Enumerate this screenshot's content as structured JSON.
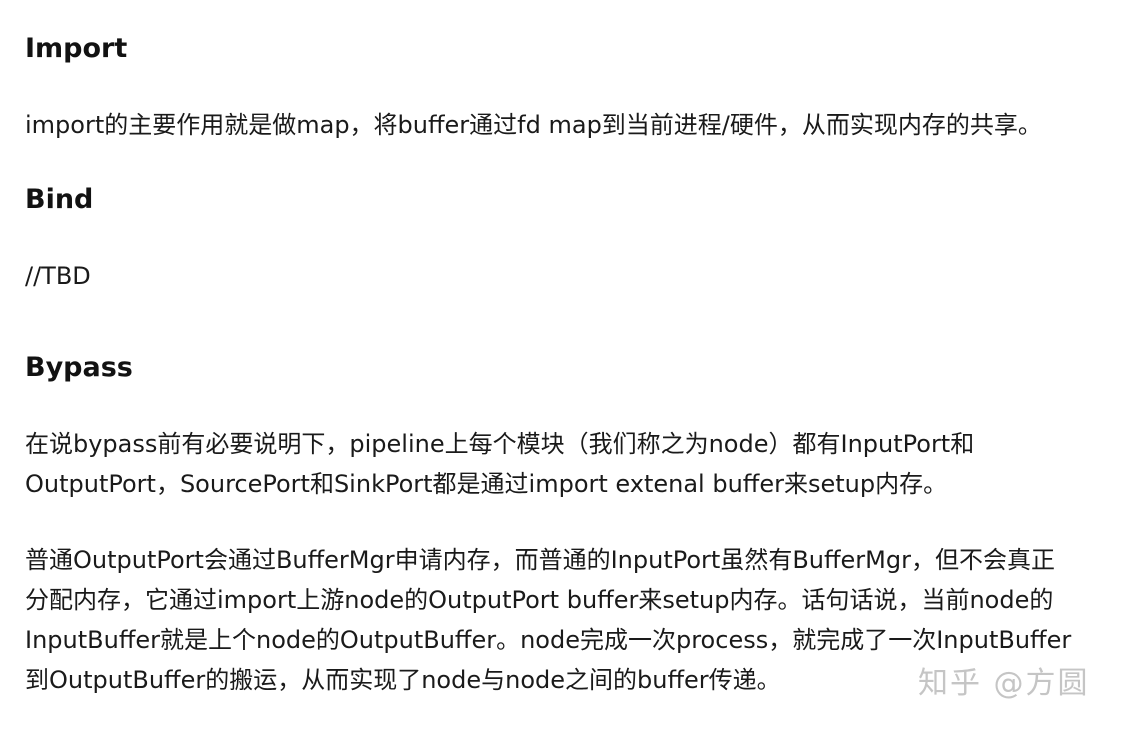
{
  "sections": [
    {
      "heading": "Import",
      "paragraphs": [
        "import的主要作用就是做map，将buffer通过fd map到当前进程/硬件，从而实现内存的共享。"
      ]
    },
    {
      "heading": "Bind",
      "paragraphs": [
        "//TBD"
      ]
    },
    {
      "heading": "Bypass",
      "paragraphs": [
        "在说bypass前有必要说明下，pipeline上每个模块（我们称之为node）都有InputPort和",
        "OutputPort，SourcePort和SinkPort都是通过import extenal buffer来setup内存。",
        "普通OutputPort会通过BufferMgr申请内存，而普通的InputPort虽然有BufferMgr，但不会真正",
        "分配内存，它通过import上游node的OutputPort buffer来setup内存。话句话说，当前node的",
        "InputBuffer就是上个node的OutputBuffer。node完成一次process，就完成了一次InputBuffer",
        "到OutputBuffer的搬运，从而实现了node与node之间的buffer传递。"
      ]
    }
  ],
  "watermark": "知乎 @方圆"
}
